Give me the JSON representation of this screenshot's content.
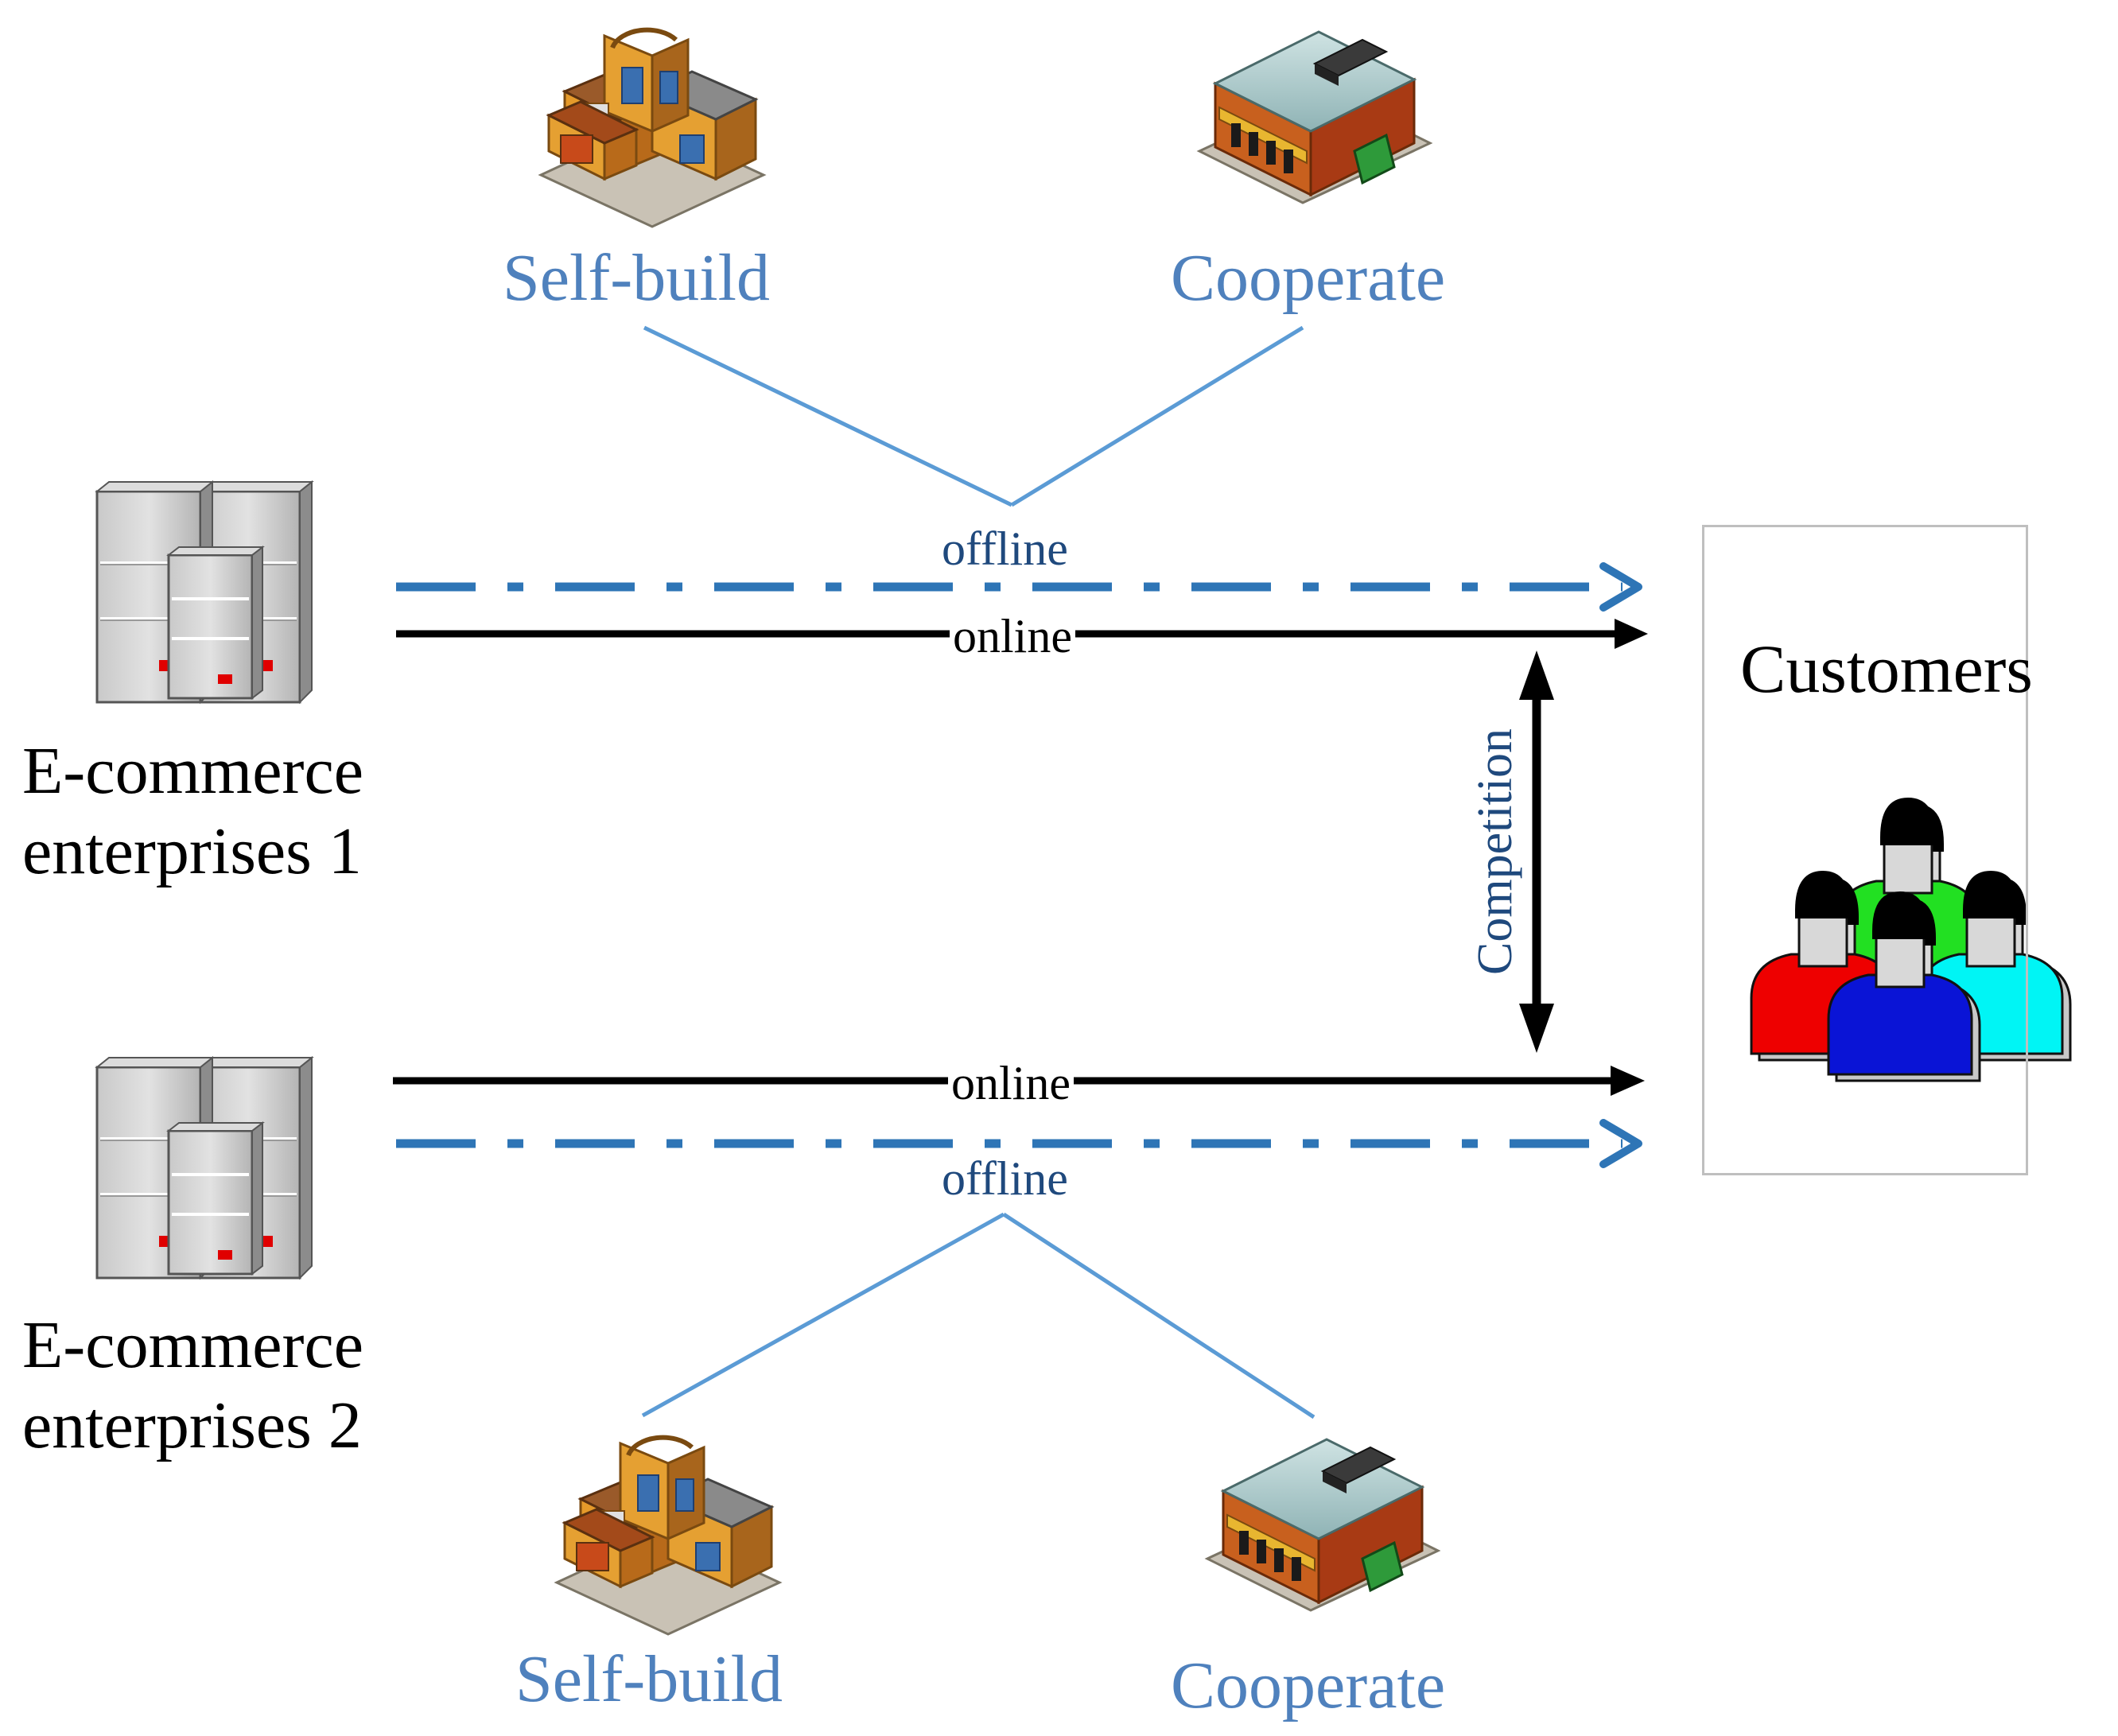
{
  "top": {
    "self_build": "Self-build",
    "cooperate": "Cooperate",
    "offline": "offline",
    "online": "online"
  },
  "bottom": {
    "self_build": "Self-build",
    "cooperate": "Cooperate",
    "offline": "offline",
    "online": "online"
  },
  "enterprise1": {
    "line1": "E-commerce",
    "line2": "enterprises 1"
  },
  "enterprise2": {
    "line1": "E-commerce",
    "line2": "enterprises 2"
  },
  "customers": "Customers",
  "competition": "Competition",
  "colors": {
    "offline_line": "#2e75b6",
    "online_line": "#000000",
    "branch_line": "#5b9bd5",
    "label_blue": "#4f81bd",
    "person_green": "#22e022",
    "person_red": "#ee0000",
    "person_cyan": "#00f5f5",
    "person_blue": "#0a14d6"
  }
}
